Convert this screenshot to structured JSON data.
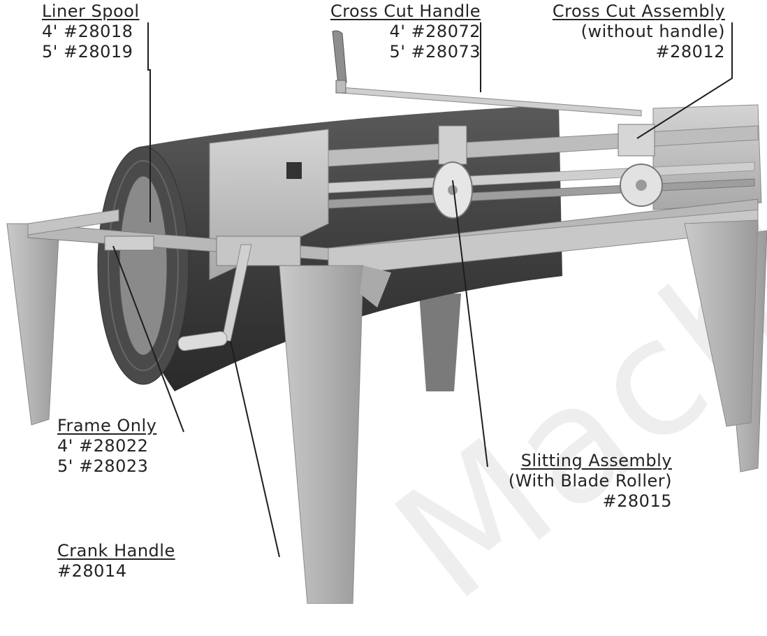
{
  "callouts": {
    "liner_spool": {
      "title": "Liner Spool",
      "lines": [
        "4' #28018",
        "5' #28019"
      ]
    },
    "cross_cut_handle": {
      "title": "Cross Cut Handle",
      "lines": [
        "4' #28072",
        "5' #28073"
      ]
    },
    "cross_cut_assembly": {
      "title": "Cross Cut Assembly",
      "lines": [
        "(without handle)",
        "#28012"
      ]
    },
    "frame_only": {
      "title": "Frame Only",
      "lines": [
        "4' #28022",
        "5' #28023"
      ]
    },
    "crank_handle": {
      "title": "Crank Handle",
      "lines": [
        "#28014"
      ]
    },
    "slitting_assembly": {
      "title": "Slitting Assembly",
      "lines": [
        "(With Blade Roller)",
        "#28015"
      ]
    }
  },
  "watermark": {
    "text": "Machin"
  }
}
